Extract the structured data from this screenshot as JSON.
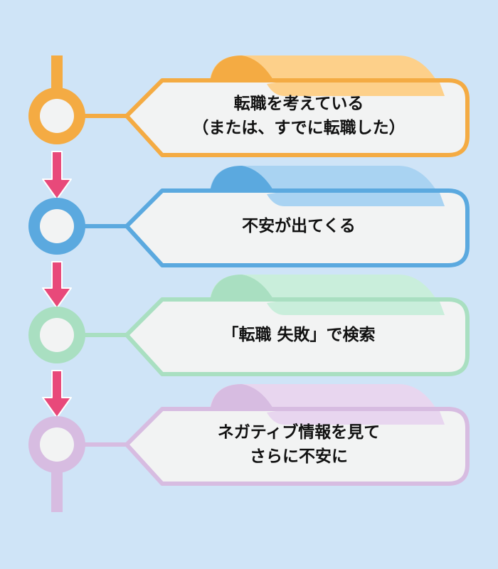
{
  "steps": [
    {
      "lines": [
        "転職を考えている",
        "（または、すでに転職した）"
      ],
      "color": "#f4ab43",
      "light": "#fdd08a"
    },
    {
      "lines": [
        "不安が出てくる"
      ],
      "color": "#5ba9df",
      "light": "#a9d3f2"
    },
    {
      "lines": [
        "「転職 失敗」で検索"
      ],
      "color": "#a9dfc1",
      "light": "#c9eedb"
    },
    {
      "lines": [
        "ネガティブ情報を見て",
        "さらに不安に"
      ],
      "color": "#d7bce1",
      "light": "#e8d6ef"
    }
  ],
  "arrow_color": "#e8497a",
  "box_fill": "#f2f3f3"
}
